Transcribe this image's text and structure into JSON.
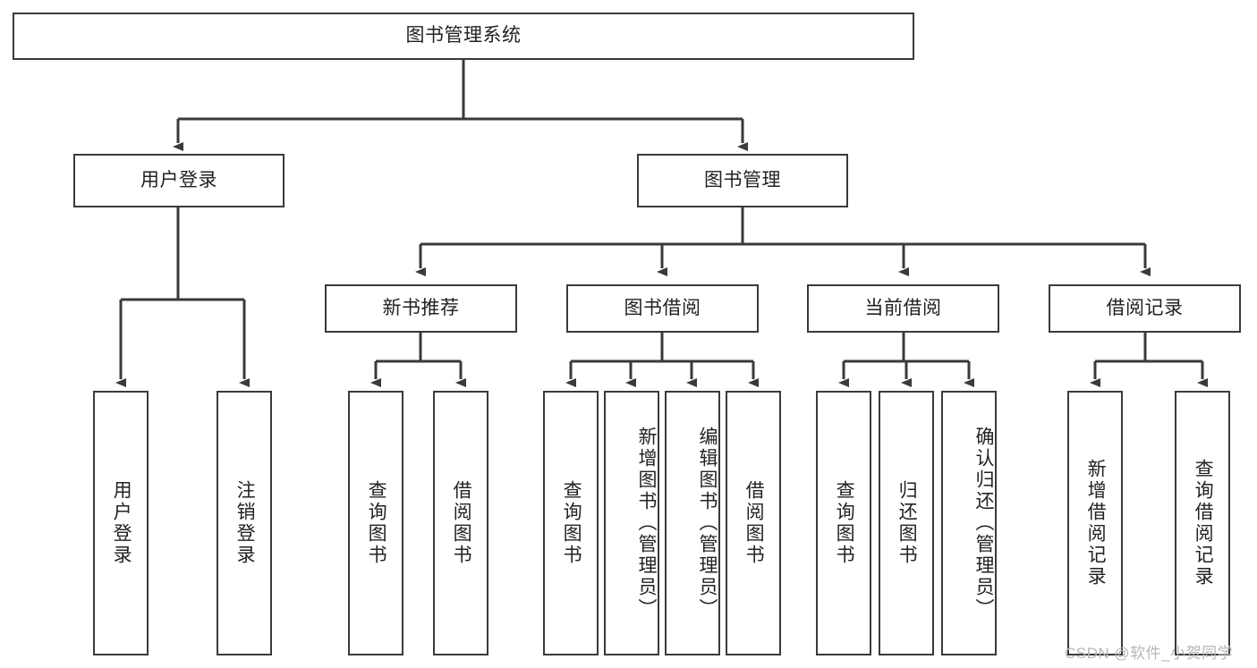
{
  "diagram": {
    "type": "tree-hierarchy",
    "title": "图书管理系统",
    "root": {
      "id": "root",
      "label": "图书管理系统"
    },
    "level2": [
      {
        "id": "user-login",
        "label": "用户登录"
      },
      {
        "id": "book-manage",
        "label": "图书管理"
      }
    ],
    "level3": [
      {
        "id": "new-book-recommend",
        "label": "新书推荐",
        "parent": "book-manage"
      },
      {
        "id": "book-borrow",
        "label": "图书借阅",
        "parent": "book-manage"
      },
      {
        "id": "current-borrow",
        "label": "当前借阅",
        "parent": "book-manage"
      },
      {
        "id": "borrow-record",
        "label": "借阅记录",
        "parent": "book-manage"
      }
    ],
    "leaves": [
      {
        "id": "leaf-user-login",
        "label": "用户登录",
        "parent": "user-login"
      },
      {
        "id": "leaf-user-logout",
        "label": "注销登录",
        "parent": "user-login"
      },
      {
        "id": "leaf-query-book-1",
        "label": "查询图书",
        "parent": "new-book-recommend"
      },
      {
        "id": "leaf-borrow-book-1",
        "label": "借阅图书",
        "parent": "new-book-recommend"
      },
      {
        "id": "leaf-query-book-2",
        "label": "查询图书",
        "parent": "book-borrow"
      },
      {
        "id": "leaf-add-book",
        "label": "新增图书（管理员）",
        "parent": "book-borrow"
      },
      {
        "id": "leaf-edit-book",
        "label": "编辑图书（管理员）",
        "parent": "book-borrow"
      },
      {
        "id": "leaf-borrow-book-2",
        "label": "借阅图书",
        "parent": "book-borrow"
      },
      {
        "id": "leaf-query-book-3",
        "label": "查询图书",
        "parent": "current-borrow"
      },
      {
        "id": "leaf-return-book",
        "label": "归还图书",
        "parent": "current-borrow"
      },
      {
        "id": "leaf-confirm-return",
        "label": "确认归还（管理员）",
        "parent": "current-borrow"
      },
      {
        "id": "leaf-add-record",
        "label": "新增借阅记录",
        "parent": "borrow-record"
      },
      {
        "id": "leaf-query-record",
        "label": "查询借阅记录",
        "parent": "borrow-record"
      }
    ],
    "colors": {
      "border": "#3a3a3a",
      "background": "#ffffff",
      "text": "#222222",
      "watermark": "#b6b6b6"
    }
  },
  "watermark": {
    "text": "CSDN @软件_小贺同学"
  }
}
